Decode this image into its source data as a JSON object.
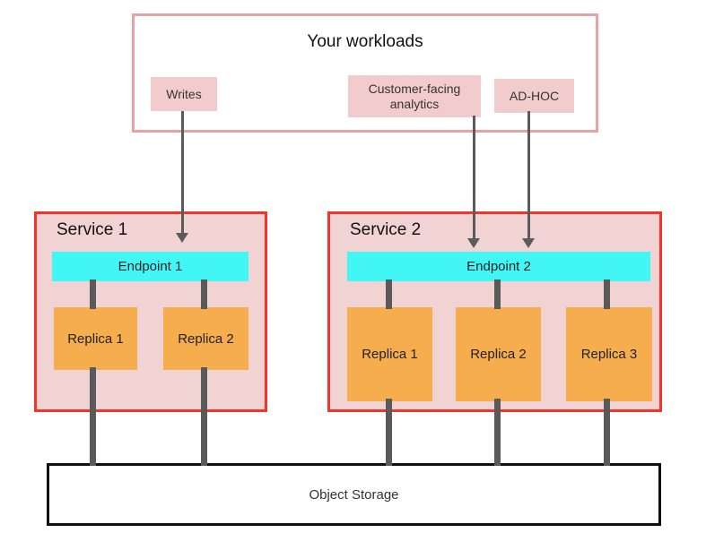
{
  "workloads": {
    "title": "Your workloads",
    "items": [
      {
        "label": "Writes"
      },
      {
        "label": "Customer-facing analytics"
      },
      {
        "label": "AD-HOC"
      }
    ]
  },
  "services": [
    {
      "title": "Service 1",
      "endpoint": "Endpoint 1",
      "replicas": [
        "Replica 1",
        "Replica 2"
      ]
    },
    {
      "title": "Service 2",
      "endpoint": "Endpoint 2",
      "replicas": [
        "Replica 1",
        "Replica 2",
        "Replica 3"
      ]
    }
  ],
  "storage": {
    "label": "Object Storage"
  },
  "colors": {
    "workloads_border": "#e8a2a2",
    "workload_item_fill": "#f2cccc",
    "service_fill": "#f1d3d3",
    "service_border": "#f1352a",
    "endpoint_fill": "#42f6f6",
    "replica_fill": "#f6ad4d",
    "connector_gray": "#5a5a5a",
    "arrow_gray": "#5b5b5b",
    "storage_border": "#111111",
    "text": "#222222"
  }
}
